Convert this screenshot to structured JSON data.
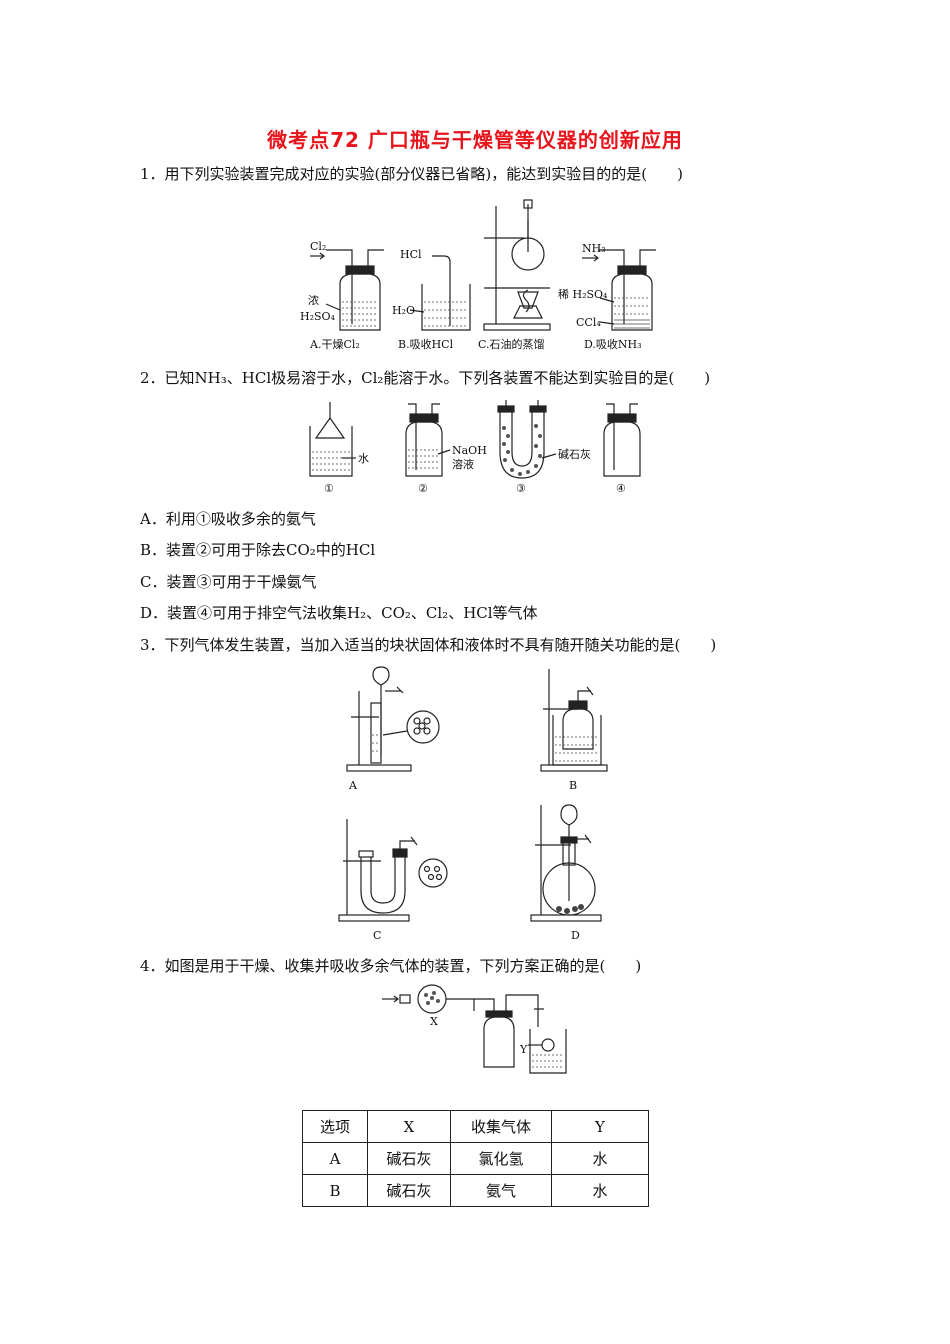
{
  "title": "微考点72 广口瓶与干燥管等仪器的创新应用",
  "q1": {
    "stem": "1．用下列实验装置完成对应的实验(部分仪器已省略)，能达到实验目的的是(　　)",
    "fig": {
      "a_gas": "Cl₂",
      "a_liquid": "浓",
      "a_liquid2": "H₂SO₄",
      "a_caption": "A.干燥Cl₂",
      "b_gas": "HCl",
      "b_liquid": "H₂O",
      "b_caption": "B.吸收HCl",
      "c_caption": "C.石油的蒸馏",
      "d_gas": "NH₃",
      "d_liquid": "稀 H₂SO₄",
      "d_liquid2": "CCl₄",
      "d_caption": "D.吸收NH₃"
    }
  },
  "q2": {
    "stem": "2．已知NH₃、HCl极易溶于水，Cl₂能溶于水。下列各装置不能达到实验目的是(　　)",
    "fig": {
      "water": "水",
      "naoh": "NaOH",
      "naoh2": "溶液",
      "soda_lime": "碱石灰",
      "n1": "①",
      "n2": "②",
      "n3": "③",
      "n4": "④"
    },
    "options": [
      "A．利用①吸收多余的氨气",
      "B．装置②可用于除去CO₂中的HCl",
      "C．装置③可用于干燥氨气",
      "D．装置④可用于排空气法收集H₂、CO₂、Cl₂、HCl等气体"
    ]
  },
  "q3": {
    "stem": "3．下列气体发生装置，当加入适当的块状固体和液体时不具有随开随关功能的是(　　)",
    "fig": {
      "la": "A",
      "lb": "B",
      "lc": "C",
      "ld": "D"
    }
  },
  "q4": {
    "stem": "4．如图是用于干燥、收集并吸收多余气体的装置，下列方案正确的是(　　)",
    "fig": {
      "x": "X",
      "y": "Y"
    },
    "table": {
      "headers": [
        "选项",
        "X",
        "收集气体",
        "Y"
      ],
      "rows": [
        [
          "A",
          "碱石灰",
          "氯化氢",
          "水"
        ],
        [
          "B",
          "碱石灰",
          "氨气",
          "水"
        ]
      ]
    }
  }
}
